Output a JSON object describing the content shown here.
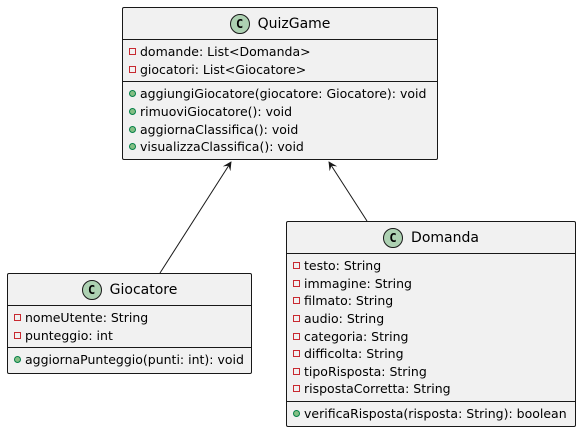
{
  "classes": {
    "quizgame": {
      "stereotype_letter": "C",
      "name": "QuizGame",
      "attributes": [
        {
          "visibility": "private",
          "text": "domande: List<Domanda>"
        },
        {
          "visibility": "private",
          "text": "giocatori: List<Giocatore>"
        }
      ],
      "methods": [
        {
          "visibility": "public",
          "text": "aggiungiGiocatore(giocatore: Giocatore): void"
        },
        {
          "visibility": "public",
          "text": "rimuoviGiocatore(): void"
        },
        {
          "visibility": "public",
          "text": "aggiornaClassifica(): void"
        },
        {
          "visibility": "public",
          "text": "visualizzaClassifica(): void"
        }
      ]
    },
    "giocatore": {
      "stereotype_letter": "C",
      "name": "Giocatore",
      "attributes": [
        {
          "visibility": "private",
          "text": "nomeUtente: String"
        },
        {
          "visibility": "private",
          "text": "punteggio: int"
        }
      ],
      "methods": [
        {
          "visibility": "public",
          "text": "aggiornaPunteggio(punti: int): void"
        }
      ]
    },
    "domanda": {
      "stereotype_letter": "C",
      "name": "Domanda",
      "attributes": [
        {
          "visibility": "private",
          "text": "testo: String"
        },
        {
          "visibility": "private",
          "text": "immagine: String"
        },
        {
          "visibility": "private",
          "text": "filmato: String"
        },
        {
          "visibility": "private",
          "text": "audio: String"
        },
        {
          "visibility": "private",
          "text": "categoria: String"
        },
        {
          "visibility": "private",
          "text": "difficolta: String"
        },
        {
          "visibility": "private",
          "text": "tipoRisposta: String"
        },
        {
          "visibility": "private",
          "text": "rispostaCorretta: String"
        }
      ],
      "methods": [
        {
          "visibility": "public",
          "text": "verificaRisposta(risposta: String): boolean"
        }
      ]
    }
  },
  "relations": [
    {
      "from": "giocatore",
      "to": "quizgame",
      "type": "association-arrow"
    },
    {
      "from": "domanda",
      "to": "quizgame",
      "type": "association-arrow"
    }
  ],
  "colors": {
    "class_fill": "#f1f1f1",
    "border": "#181818",
    "class_icon": "#add1b2",
    "private_marker": "#c82930",
    "public_marker": "#84be84"
  }
}
